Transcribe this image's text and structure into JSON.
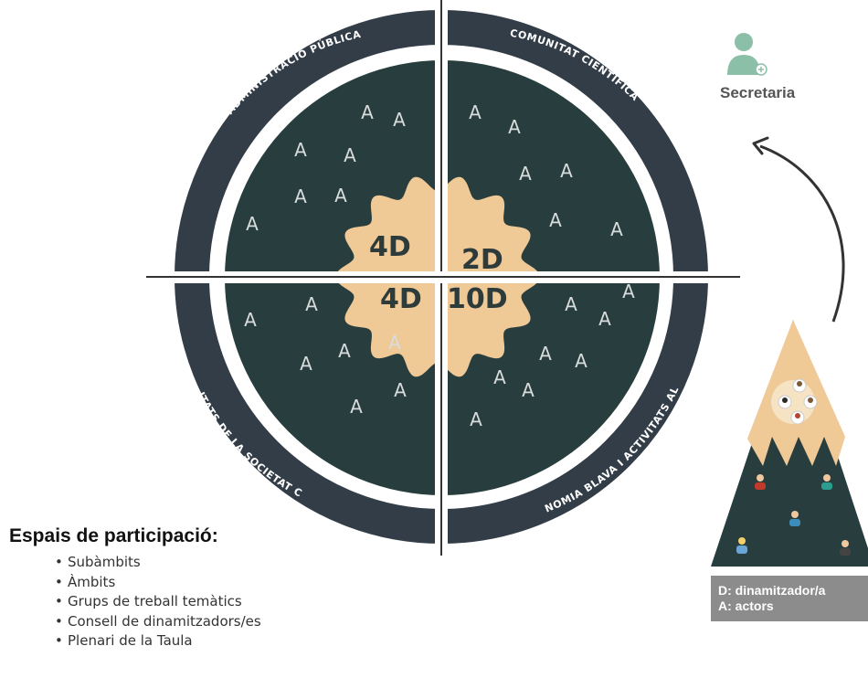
{
  "quadrants": {
    "top_left": "ADMINISTRACIÓ PÚBLICA",
    "top_right": "COMUNITAT CIENTÍFICA",
    "bottom_left": "ENTITATS DE LA SOCIETAT CIVIL",
    "bottom_right": "ECONOMIA BLAVA I ACTIVITATS AL MAR"
  },
  "center": {
    "top_left": "4D",
    "top_right": "2D",
    "bottom_left": "4D",
    "bottom_right": "10D"
  },
  "actor_symbol": "A",
  "secretaria": {
    "label": "Secretaria",
    "icon": "person-add-icon"
  },
  "legend": {
    "line1": "D: dinamitzador/a",
    "line2": "A: actors"
  },
  "spaces": {
    "title": "Espais de participació:",
    "items": [
      "Subàmbits",
      "Àmbits",
      "Grups de treball temàtics",
      "Consell de dinamitzadors/es",
      "Plenari de la Taula"
    ]
  },
  "colors": {
    "ring": "#333d47",
    "inner": "#283d3d",
    "center": "#efc996",
    "secretaria": "#8cbfa7"
  }
}
